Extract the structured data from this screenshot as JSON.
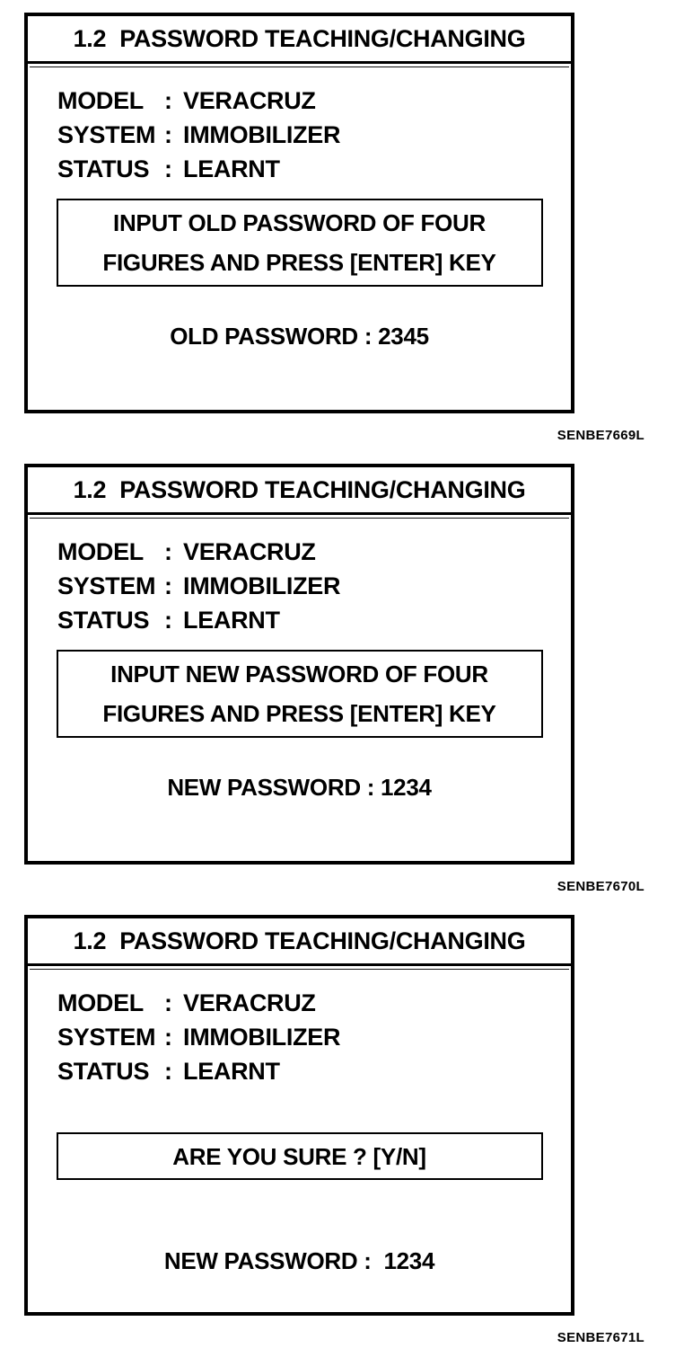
{
  "colors": {
    "ink": "#000000",
    "paper": "#ffffff"
  },
  "colon": ":",
  "figures": [
    {
      "figure_ref": "SENBE7669L",
      "screen": {
        "title_number": "1.2",
        "title_text": "PASSWORD TEACHING/CHANGING",
        "info_rows": [
          {
            "label": "MODEL",
            "value": "VERACRUZ"
          },
          {
            "label": "SYSTEM",
            "value": "IMMOBILIZER"
          },
          {
            "label": "STATUS",
            "value": "LEARNT"
          }
        ],
        "message_lines": [
          "INPUT OLD PASSWORD OF FOUR",
          "FIGURES AND PRESS [ENTER] KEY"
        ],
        "password_line": "OLD PASSWORD : 2345"
      }
    },
    {
      "figure_ref": "SENBE7670L",
      "screen": {
        "title_number": "1.2",
        "title_text": "PASSWORD TEACHING/CHANGING",
        "info_rows": [
          {
            "label": "MODEL",
            "value": "VERACRUZ"
          },
          {
            "label": "SYSTEM",
            "value": "IMMOBILIZER"
          },
          {
            "label": "STATUS",
            "value": "LEARNT"
          }
        ],
        "message_lines": [
          "INPUT NEW PASSWORD OF FOUR",
          "FIGURES AND PRESS [ENTER] KEY"
        ],
        "password_line": "NEW PASSWORD : 1234"
      }
    },
    {
      "figure_ref": "SENBE7671L",
      "screen": {
        "title_number": "1.2",
        "title_text": "PASSWORD TEACHING/CHANGING",
        "info_rows": [
          {
            "label": "MODEL",
            "value": "VERACRUZ"
          },
          {
            "label": "SYSTEM",
            "value": "IMMOBILIZER"
          },
          {
            "label": "STATUS",
            "value": "LEARNT"
          }
        ],
        "message_lines": [
          "ARE YOU SURE ? [Y/N]"
        ],
        "password_line": "NEW PASSWORD :  1234"
      }
    }
  ]
}
